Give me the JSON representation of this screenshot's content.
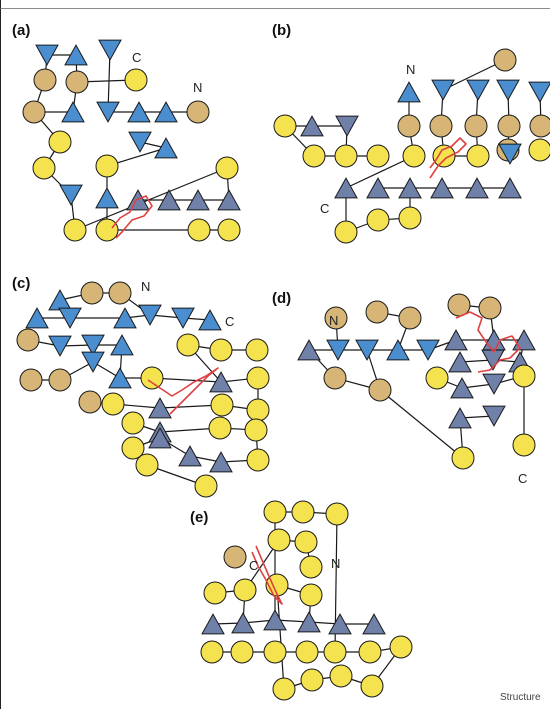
{
  "figure": {
    "credit": "Structure",
    "colors": {
      "strand_fill": "#4a8ed0",
      "helix_fill": "#6f80a9",
      "helix_circle": "#f5e24f",
      "strand_circle": "#d6b576",
      "ligand": "#e04040",
      "line": "#1a1a1a"
    },
    "panels": [
      {
        "id": "a",
        "label": "(a)",
        "n_label": "N",
        "c_label": "C"
      },
      {
        "id": "b",
        "label": "(b)",
        "n_label": "N",
        "c_label": "C"
      },
      {
        "id": "c",
        "label": "(c)",
        "n_label": "N",
        "c_label": "C"
      },
      {
        "id": "d",
        "label": "(d)",
        "n_label": "N",
        "c_label": "C"
      },
      {
        "id": "e",
        "label": "(e)",
        "n_label": "N",
        "c_label": "C"
      }
    ]
  }
}
